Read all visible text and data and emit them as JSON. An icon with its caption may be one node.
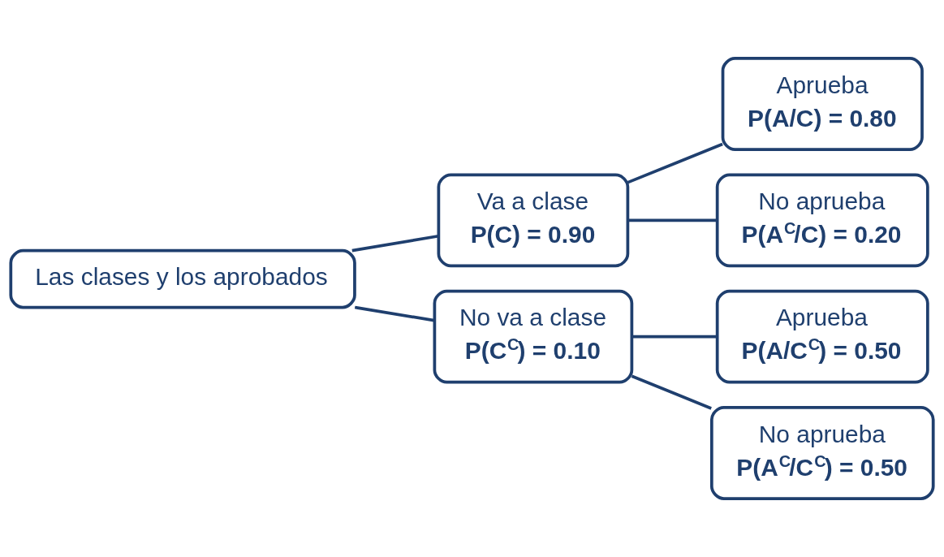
{
  "diagram": {
    "nodes": [
      {
        "text": [
          "Las clases y los aprobados"
        ]
      },
      {
        "text": [
          "Va a clase",
          "P(C) = 0.90"
        ]
      },
      {
        "text": [
          "No va a clase",
          "P(C$^{C}$) = 0.10"
        ]
      },
      {
        "text": [
          "Aprueba",
          "P(A/C) = 0.80"
        ]
      },
      {
        "text": [
          "No aprueba",
          "P(A$^{C}$/C) = 0.20"
        ]
      },
      {
        "text": [
          "Aprueba",
          "P(A/C$^{C}$) = 0.50"
        ]
      },
      {
        "text": [
          "No aprueba",
          "P(A$^{C}$/C$^{C}$) = 0.50"
        ]
      }
    ],
    "edges": [
      {
        "from": 0,
        "to": 1,
        "arrow": "none"
      },
      {
        "from": 0,
        "to": 2,
        "arrow": "none"
      },
      {
        "from": 1,
        "to": 3,
        "arrow": "none"
      },
      {
        "from": 1,
        "to": 4,
        "arrow": "none"
      },
      {
        "from": 2,
        "to": 5,
        "arrow": "none"
      },
      {
        "from": 2,
        "to": 6,
        "arrow": "none"
      }
    ]
  }
}
